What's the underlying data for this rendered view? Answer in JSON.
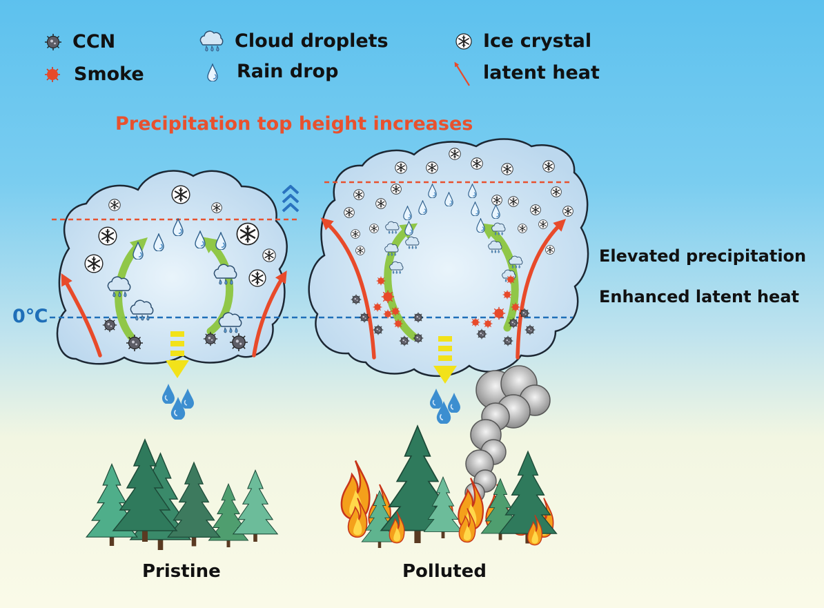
{
  "legend": {
    "ccn": "CCN",
    "smoke": "Smoke",
    "cloud_droplets": "Cloud droplets",
    "rain_drop": "Rain drop",
    "ice_crystal": "Ice crystal",
    "latent_heat": "latent heat"
  },
  "headline": "Precipitation top height increases",
  "freezing_level": "0℃",
  "effects": [
    "Elevated precipitation",
    "Enhanced latent heat"
  ],
  "scenarios": [
    "Pristine",
    "Polluted"
  ],
  "colors": {
    "sky": "#5dc1ee",
    "headline": "#e8512e",
    "freezing_line": "#1f6fb8",
    "latent_heat_arrow": "#e84a2a",
    "circulation_arrow": "#8dc63f",
    "smoke_particle": "#e03a1e",
    "fall_arrow": "#f2e21a",
    "rain": "#3c8ed0"
  }
}
